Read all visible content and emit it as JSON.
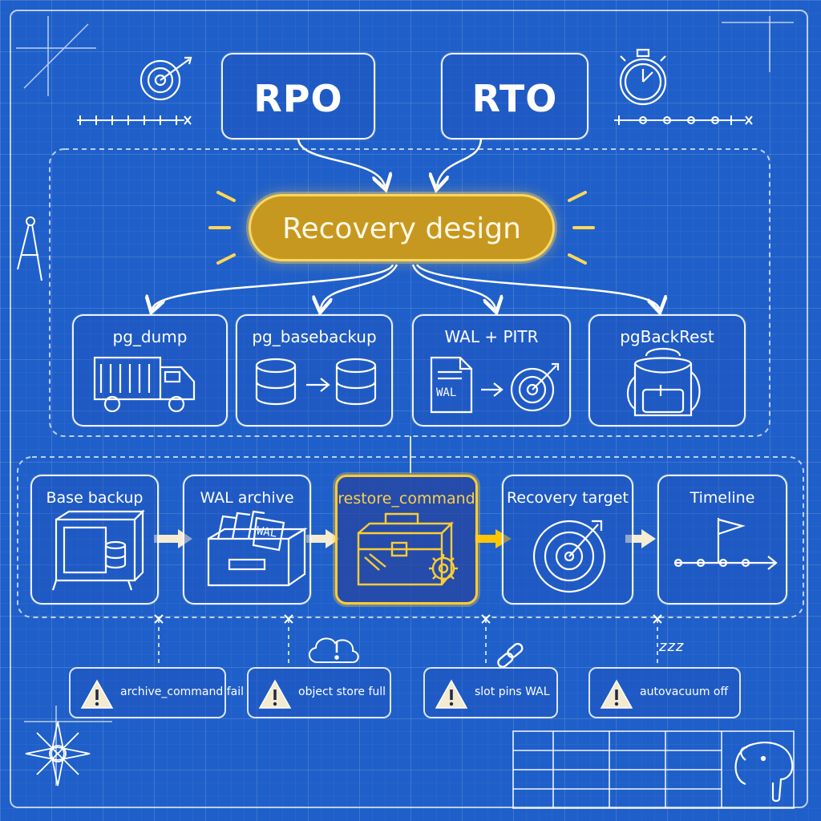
{
  "top": {
    "rpo": "RPO",
    "rto": "RTO"
  },
  "center": {
    "title": "Recovery design"
  },
  "methods": [
    {
      "label": "pg_dump",
      "icon": "truck-icon"
    },
    {
      "label": "pg_basebackup",
      "icon": "database-copy-icon"
    },
    {
      "label": "WAL + PITR",
      "icon": "wal-target-icon",
      "doc_label": "WAL"
    },
    {
      "label": "pgBackRest",
      "icon": "backpack-icon"
    }
  ],
  "steps": [
    {
      "label": "Base backup",
      "icon": "safe-icon"
    },
    {
      "label": "WAL archive",
      "icon": "archive-box-icon",
      "doc_label": "WAL"
    },
    {
      "label": "restore_command",
      "icon": "toolbox-gear-icon"
    },
    {
      "label": "Recovery target",
      "icon": "target-icon"
    },
    {
      "label": "Timeline",
      "icon": "timeline-flag-icon"
    }
  ],
  "warnings": [
    {
      "label": "archive_command fail",
      "icon": "warning-icon"
    },
    {
      "label": "object store full",
      "icon": "warning-icon",
      "extra_icon": "cloud-alert-icon"
    },
    {
      "label": "slot pins WAL",
      "icon": "warning-icon",
      "extra_icon": "chain-link-icon"
    },
    {
      "label": "autovacuum off",
      "icon": "warning-icon",
      "extra_icon": "sleep-zzz-icon",
      "extra_text": "zzz"
    }
  ],
  "colors": {
    "background": "#1f5fc9",
    "highlight": "#ffcc33",
    "recovery_fill": "#c7981f",
    "line": "#ffffff"
  }
}
